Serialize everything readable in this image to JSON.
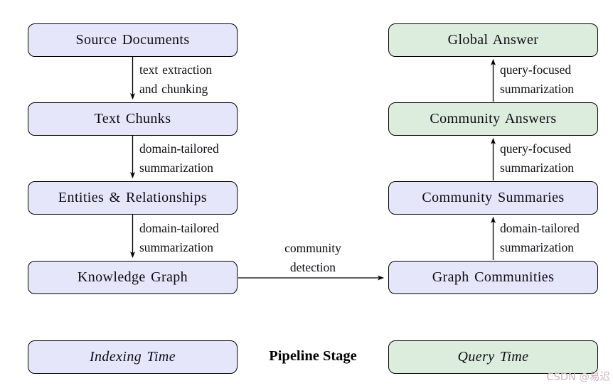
{
  "nodes": [
    {
      "id": "source-documents",
      "label": "Source Documents",
      "phase": "indexing"
    },
    {
      "id": "text-chunks",
      "label": "Text Chunks",
      "phase": "indexing"
    },
    {
      "id": "entities-relationships",
      "label": "Entities & Relationships",
      "phase": "indexing"
    },
    {
      "id": "knowledge-graph",
      "label": "Knowledge Graph",
      "phase": "indexing"
    },
    {
      "id": "global-answer",
      "label": "Global Answer",
      "phase": "query"
    },
    {
      "id": "community-answers",
      "label": "Community Answers",
      "phase": "query"
    },
    {
      "id": "community-summaries",
      "label": "Community Summaries",
      "phase": "indexing"
    },
    {
      "id": "graph-communities",
      "label": "Graph Communities",
      "phase": "indexing"
    }
  ],
  "edges": [
    {
      "from": "source-documents",
      "to": "text-chunks",
      "line1": "text extraction",
      "line2": "and chunking"
    },
    {
      "from": "text-chunks",
      "to": "entities-relationships",
      "line1": "domain-tailored",
      "line2": "summarization"
    },
    {
      "from": "entities-relationships",
      "to": "knowledge-graph",
      "line1": "domain-tailored",
      "line2": "summarization"
    },
    {
      "from": "knowledge-graph",
      "to": "graph-communities",
      "line1": "community",
      "line2": "detection"
    },
    {
      "from": "graph-communities",
      "to": "community-summaries",
      "line1": "domain-tailored",
      "line2": "summarization"
    },
    {
      "from": "community-summaries",
      "to": "community-answers",
      "line1": "query-focused",
      "line2": "summarization"
    },
    {
      "from": "community-answers",
      "to": "global-answer",
      "line1": "query-focused",
      "line2": "summarization"
    }
  ],
  "legend": {
    "indexing_label": "Indexing Time",
    "stage_label": "Pipeline Stage",
    "query_label": "Query Time"
  },
  "colors": {
    "indexing_fill": "#e6e6fa",
    "query_fill": "#dcecdd",
    "border": "#000000",
    "arrow": "#000000",
    "background": "#ffffff",
    "watermark_text": "#cdb2ba"
  },
  "watermark": "CSDN @易迟"
}
